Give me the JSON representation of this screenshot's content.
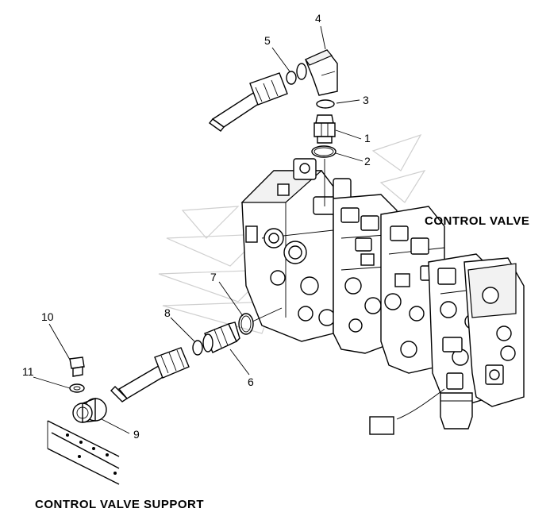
{
  "labels": {
    "control_valve": "CONTROL VALVE",
    "control_valve_support": "CONTROL VALVE SUPPORT"
  },
  "callouts": {
    "part_1": "1",
    "part_2": "2",
    "part_3": "3",
    "part_4": "4",
    "part_5": "5",
    "part_6": "6",
    "part_7": "7",
    "part_8": "8",
    "part_9": "9",
    "part_10": "10",
    "part_11": "11"
  }
}
